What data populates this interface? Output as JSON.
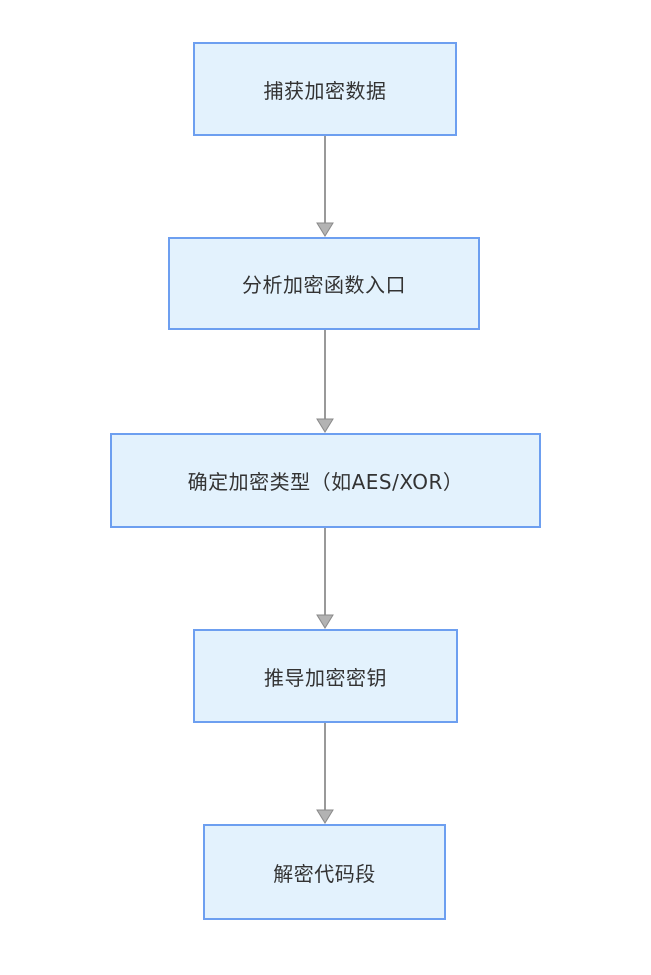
{
  "flowchart": {
    "type": "flowchart",
    "direction": "top-down",
    "nodes": [
      {
        "id": "capture-encrypted-data",
        "label": "捕获加密数据"
      },
      {
        "id": "analyze-function-entry",
        "label": "分析加密函数入口"
      },
      {
        "id": "determine-encryption-type",
        "label": "确定加密类型（如AES/XOR）"
      },
      {
        "id": "derive-encryption-key",
        "label": "推导加密密钥"
      },
      {
        "id": "decrypt-code-segment",
        "label": "解密代码段"
      }
    ],
    "edges": [
      {
        "from": "capture-encrypted-data",
        "to": "analyze-function-entry"
      },
      {
        "from": "analyze-function-entry",
        "to": "determine-encryption-type"
      },
      {
        "from": "determine-encryption-type",
        "to": "derive-encryption-key"
      },
      {
        "from": "derive-encryption-key",
        "to": "decrypt-code-segment"
      }
    ],
    "colors": {
      "node_fill": "#e3f2fd",
      "node_border": "#6d9ff0",
      "arrow_line": "#999999",
      "arrowhead_fill": "#b3b3b3",
      "arrowhead_stroke": "#8a8a8a",
      "text": "#333333",
      "background": "#ffffff"
    }
  }
}
